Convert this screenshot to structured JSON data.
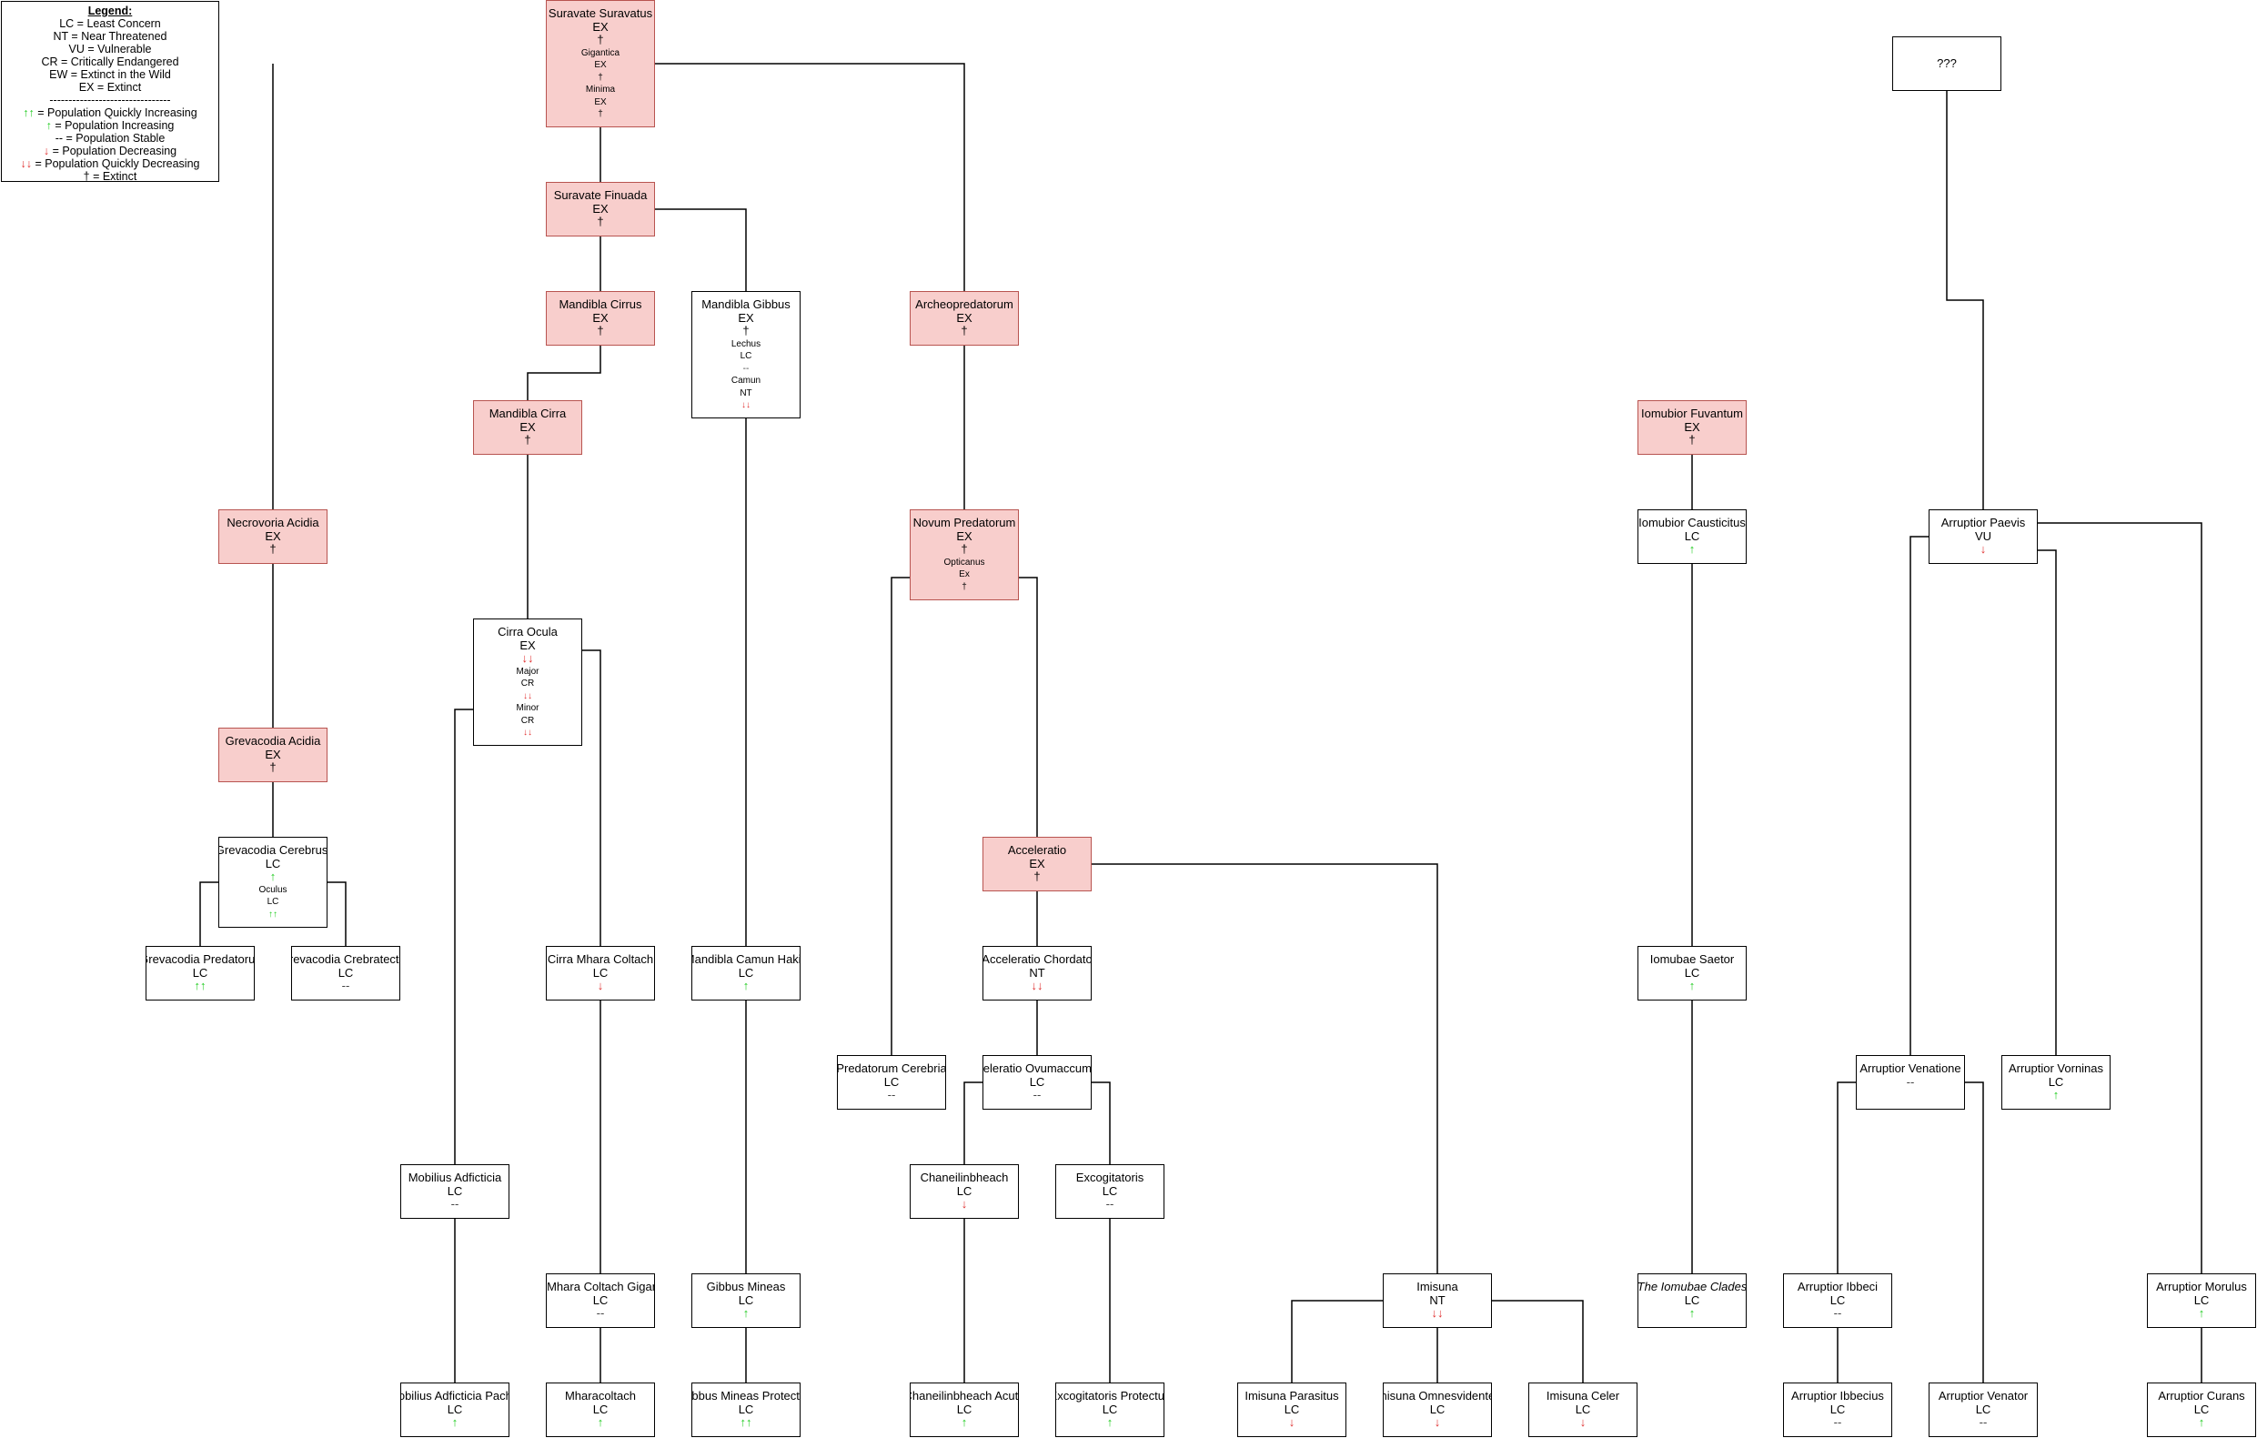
{
  "legend": {
    "title": "Legend:",
    "status_lines": [
      "LC = Least Concern",
      "NT = Near Threatened",
      "VU = Vulnerable",
      "CR = Critically Endangered",
      "EW = Extinct in the Wild",
      "EX = Extinct"
    ],
    "divider": "--------------------------------",
    "trend_lines": [
      {
        "glyph": "↑↑",
        "text": " = Population Quickly Increasing",
        "color": "#22cc22"
      },
      {
        "glyph": "↑",
        "text": " = Population Increasing",
        "color": "#22cc22"
      },
      {
        "glyph": "--",
        "text": " = Population Stable",
        "color": "#444444"
      },
      {
        "glyph": "↓",
        "text": " = Population Decreasing",
        "color": "#e03030"
      },
      {
        "glyph": "↓↓",
        "text": " = Population Quickly Decreasing",
        "color": "#e03030"
      },
      {
        "glyph": "†",
        "text": " = Extinct",
        "color": "#000000"
      }
    ]
  },
  "colors": {
    "extinct_fill": "#f8cecc",
    "extinct_border": "#b85450",
    "increase": "#22cc22",
    "decrease": "#e03030"
  },
  "nodes": [
    {
      "id": "unknown",
      "name": "???",
      "status": "",
      "trend": ""
    },
    {
      "id": "suravate-suravatus",
      "name": "Suravate Suravatus",
      "status": "EX",
      "trend": "†",
      "extinct": true,
      "subs": [
        {
          "name": "Gigantica",
          "status": "EX",
          "trend": "†"
        },
        {
          "name": "Minima",
          "status": "EX",
          "trend": "†"
        }
      ]
    },
    {
      "id": "suravate-finuada",
      "name": "Suravate Finuada",
      "status": "EX",
      "trend": "†",
      "extinct": true
    },
    {
      "id": "mandibla-cirrus",
      "name": "Mandibla Cirrus",
      "status": "EX",
      "trend": "†",
      "extinct": true
    },
    {
      "id": "mandibla-gibbus",
      "name": "Mandibla Gibbus",
      "status": "EX",
      "trend": "†",
      "subs": [
        {
          "name": "Lechus",
          "status": "LC",
          "trend": "--"
        },
        {
          "name": "Camun",
          "status": "NT",
          "trend": "↓↓"
        }
      ]
    },
    {
      "id": "archeopredatorum",
      "name": "Archeopredatorum",
      "status": "EX",
      "trend": "†",
      "extinct": true
    },
    {
      "id": "mandibla-cirra",
      "name": "Mandibla Cirra",
      "status": "EX",
      "trend": "†",
      "extinct": true
    },
    {
      "id": "iomubior-fuvantum",
      "name": "Iomubior Fuvantum",
      "status": "EX",
      "trend": "†",
      "extinct": true
    },
    {
      "id": "necrovoria-acidia",
      "name": "Necrovoria Acidia",
      "status": "EX",
      "trend": "†",
      "extinct": true
    },
    {
      "id": "novum-predatorum",
      "name": "Novum Predatorum",
      "status": "EX",
      "trend": "†",
      "extinct": true,
      "subs": [
        {
          "name": "Opticanus",
          "status": "Ex",
          "trend": "†"
        }
      ]
    },
    {
      "id": "iomubior-causticitus",
      "name": "Iomubior Causticitus",
      "status": "LC",
      "trend": "↑"
    },
    {
      "id": "arruptior-paevis",
      "name": "Arruptior Paevis",
      "status": "VU",
      "trend": "↓"
    },
    {
      "id": "cirra-ocula",
      "name": "Cirra Ocula",
      "status": "EX",
      "trend": "↓↓",
      "subs": [
        {
          "name": "Major",
          "status": "CR",
          "trend": "↓↓"
        },
        {
          "name": "Minor",
          "status": "CR",
          "trend": "↓↓"
        }
      ]
    },
    {
      "id": "grevacodia-acidia",
      "name": "Grevacodia Acidia",
      "status": "EX",
      "trend": "†",
      "extinct": true
    },
    {
      "id": "grevacodia-cerebrusi",
      "name": "Grevacodia Cerebrusi",
      "status": "LC",
      "trend": "↑",
      "subs": [
        {
          "name": "Oculus",
          "status": "LC",
          "trend": "↑↑"
        }
      ]
    },
    {
      "id": "acceleratio",
      "name": "Acceleratio",
      "status": "EX",
      "trend": "†",
      "extinct": true
    },
    {
      "id": "grevacodia-predatorus",
      "name": "Grevacodia Predatorus",
      "status": "LC",
      "trend": "↑↑"
    },
    {
      "id": "grevacodia-crebratectus",
      "name": "Grevacodia Crebratectus",
      "status": "LC",
      "trend": "--"
    },
    {
      "id": "cirra-mhara-coltach",
      "name": "Cirra Mhara Coltach",
      "status": "LC",
      "trend": "↓"
    },
    {
      "id": "mandibla-camun-hakis",
      "name": "Mandibla Camun Hakis",
      "status": "LC",
      "trend": "↑"
    },
    {
      "id": "acceleratio-chordato",
      "name": "Acceleratio Chordato",
      "status": "NT",
      "trend": "↓↓"
    },
    {
      "id": "iomubae-saetor",
      "name": "Iomubae Saetor",
      "status": "LC",
      "trend": "↑"
    },
    {
      "id": "predatorum-cerebria",
      "name": "Predatorum Cerebria",
      "status": "LC",
      "trend": "--"
    },
    {
      "id": "acceleratio-ovumaccumsan",
      "name": "Acceleratio Ovumaccumsan",
      "status": "LC",
      "trend": "--"
    },
    {
      "id": "arruptior-venatione",
      "name": "Arruptior Venatione",
      "status": "",
      "trend": "--"
    },
    {
      "id": "arruptior-vorninas",
      "name": "Arruptior Vorninas",
      "status": "LC",
      "trend": "↑"
    },
    {
      "id": "mobilius-adficticia",
      "name": "Mobilius Adficticia",
      "status": "LC",
      "trend": "--"
    },
    {
      "id": "chaneilinbheach",
      "name": "Chaneilinbheach",
      "status": "LC",
      "trend": "↓"
    },
    {
      "id": "excogitatoris",
      "name": "Excogitatoris",
      "status": "LC",
      "trend": "--"
    },
    {
      "id": "cirra-mhara-coltach-giganticus",
      "name": "Cirra Mhara Coltach Giganticus",
      "status": "LC",
      "trend": "--"
    },
    {
      "id": "gibbus-mineas",
      "name": "Gibbus Mineas",
      "status": "LC",
      "trend": "↑"
    },
    {
      "id": "imisuna",
      "name": "Imisuna",
      "status": "NT",
      "trend": "↓↓"
    },
    {
      "id": "iomubae-clades",
      "name": "The Iomubae Clades",
      "status": "LC",
      "trend": "↑",
      "italic": true
    },
    {
      "id": "arruptior-ibbeci",
      "name": "Arruptior Ibbeci",
      "status": "LC",
      "trend": "--"
    },
    {
      "id": "arruptior-morulus",
      "name": "Arruptior Morulus",
      "status": "LC",
      "trend": "↑"
    },
    {
      "id": "mobilius-adficticia-pachei",
      "name": "Mobilius Adficticia Pachei",
      "status": "LC",
      "trend": "↑"
    },
    {
      "id": "mharacoltach",
      "name": "Mharacoltach",
      "status": "LC",
      "trend": "↑"
    },
    {
      "id": "gibbus-mineas-protectus",
      "name": "Gibbus Mineas Protectus",
      "status": "LC",
      "trend": "↑↑"
    },
    {
      "id": "chaneilinbheach-acuta",
      "name": "Chaneilinbheach Acuta",
      "status": "LC",
      "trend": "↑"
    },
    {
      "id": "excogitatoris-protectus",
      "name": "Excogitatoris Protectus",
      "status": "LC",
      "trend": "↑"
    },
    {
      "id": "imisuna-parasitus",
      "name": "Imisuna Parasitus",
      "status": "LC",
      "trend": "↓"
    },
    {
      "id": "imisuna-omnesvidentes",
      "name": "Imisuna Omnesvidentes",
      "status": "LC",
      "trend": "↓"
    },
    {
      "id": "imisuna-celer",
      "name": "Imisuna Celer",
      "status": "LC",
      "trend": "↓"
    },
    {
      "id": "arruptior-ibbecius",
      "name": "Arruptior Ibbecius",
      "status": "LC",
      "trend": "--"
    },
    {
      "id": "arruptior-venator",
      "name": "Arruptior Venator",
      "status": "LC",
      "trend": "--"
    },
    {
      "id": "arruptior-curans",
      "name": "Arruptior Curans",
      "status": "LC",
      "trend": "↑"
    }
  ]
}
